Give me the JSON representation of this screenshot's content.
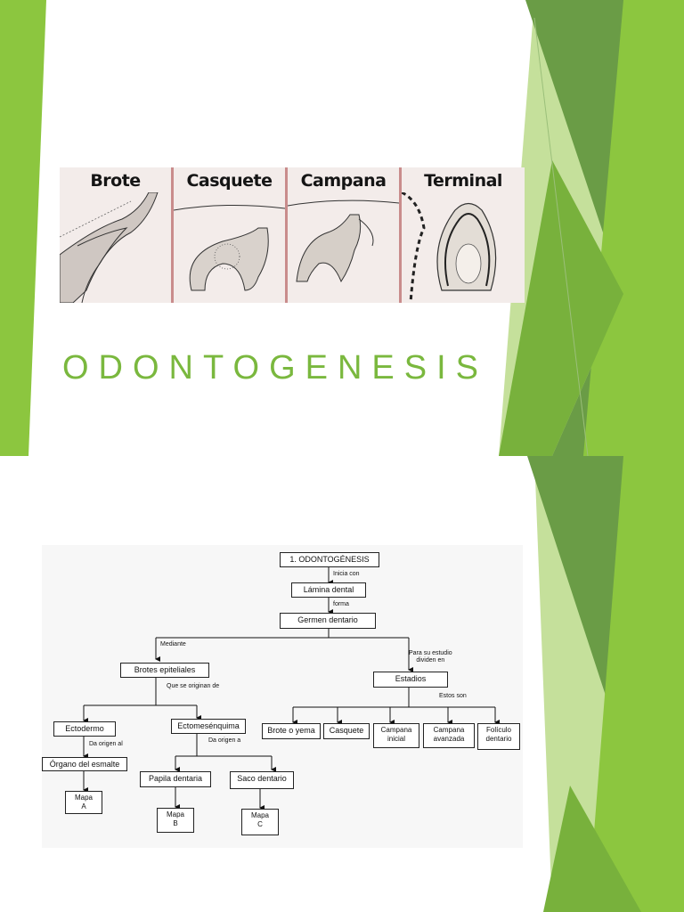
{
  "slide1": {
    "title": "ODONTOGENESIS",
    "stages": [
      "Brote",
      "Casquete",
      "Campana",
      "Terminal"
    ],
    "accent": "#7ab83e"
  },
  "slide2": {
    "map": {
      "root": "1. ODONTOGÉNESIS",
      "inicia": "Inicia con",
      "lamina": "Lámina dental",
      "forma": "forma",
      "germen": "Germen dentario",
      "mediante": "Mediante",
      "brotes": "Brotes epiteliales",
      "originan": "Que se originan de",
      "para": "Para su estudio\ndividen en",
      "estadios": "Estadios",
      "estos": "Estos son",
      "ectodermo": "Ectodermo",
      "ectomes": "Ectomesénquima",
      "daorigen_al": "Da origen al",
      "daorigen_a": "Da origen a",
      "organo": "Órgano del esmalte",
      "papila": "Papila dentaria",
      "saco": "Saco dentario",
      "mapa_a": "Mapa\nA",
      "mapa_b": "Mapa\nB",
      "mapa_c": "Mapa\nC",
      "stages": [
        "Brote o yema",
        "Casquete",
        "Campana\ninicial",
        "Campana\navanzada",
        "Folículo\ndentario"
      ]
    }
  }
}
